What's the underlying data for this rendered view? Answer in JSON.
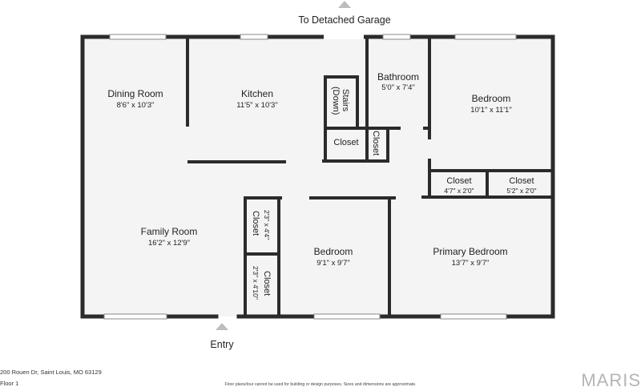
{
  "labels": {
    "top": "To Detached Garage",
    "entry": "Entry"
  },
  "rooms": {
    "dining": {
      "name": "Dining Room",
      "dim": "8'6\" x 10'3\""
    },
    "kitchen": {
      "name": "Kitchen",
      "dim": "11'5\" x 10'3\""
    },
    "stairs": {
      "name": "Stairs",
      "sub": "(Down)"
    },
    "bathroom": {
      "name": "Bathroom",
      "dim": "5'0\" x 7'4\""
    },
    "bedroom_ne": {
      "name": "Bedroom",
      "dim": "10'1\" x 11'1\""
    },
    "closet_hall": {
      "name": "Closet"
    },
    "closet_hall2": {
      "name": "Closet"
    },
    "closet_a": {
      "name": "Closet",
      "dim": "4'7\" x 2'0\""
    },
    "closet_b": {
      "name": "Closet",
      "dim": "5'2\" x 2'0\""
    },
    "family": {
      "name": "Family Room",
      "dim": "16'2\" x 12'9\""
    },
    "closet_v1": {
      "name": "Closet",
      "dim": "2'3\" x 4'4\""
    },
    "closet_v2": {
      "name": "Closet",
      "dim": "2'3\" x 4'10\""
    },
    "bedroom_s": {
      "name": "Bedroom",
      "dim": "9'1\" x 9'7\""
    },
    "primary": {
      "name": "Primary Bedroom",
      "dim": "13'7\" x 9'7\""
    }
  },
  "footer": {
    "address": "200 Rouen Dr, Saint Louis, MO 63129",
    "floor": "Floor 1",
    "disclaimer": "Floor plans/tour cannot be used for building or design purposes. Sizes and dimensions are approximate.",
    "brand": "MARIS"
  },
  "colors": {
    "wall": "#2b2b2b",
    "floor": "#f4f4f4",
    "marker": "#bdbdbd"
  }
}
